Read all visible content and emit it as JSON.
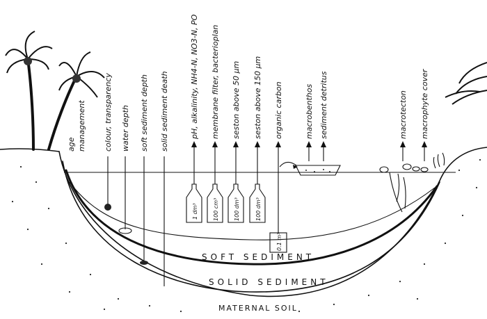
{
  "labels": {
    "age_management": [
      "age",
      "management"
    ],
    "colour_transparency": "colour, transparency",
    "water_depth": "water depth",
    "soft_sediment_depth": "soft sediment depth",
    "solid_sediment_death": "solid sediment death",
    "ph_chemistry": "pH, alkalinity, NH4-N, NO3-N, PO",
    "membrane_filter": "membrane filter, bacterioplan",
    "seston_50": "seston above 50 µm",
    "seston_150": "seston above 150 µm",
    "organic_carbon": "organic carbon",
    "macrobenthos": "macrobenthos",
    "sediment_detritus": "sediment detritus",
    "macrotecton": "macrotecton",
    "macrophyte_cover": "macrophyte cover"
  },
  "samplers": [
    "1 dm³",
    "100 cm³",
    "100 dm³",
    "100 dm³"
  ],
  "core_sampler": "0.1 m³",
  "layers": {
    "soft": "SOFT SEDIMENT",
    "solid": "SOLID SEDIMENT",
    "soil": "MATERNAL SOIL"
  }
}
